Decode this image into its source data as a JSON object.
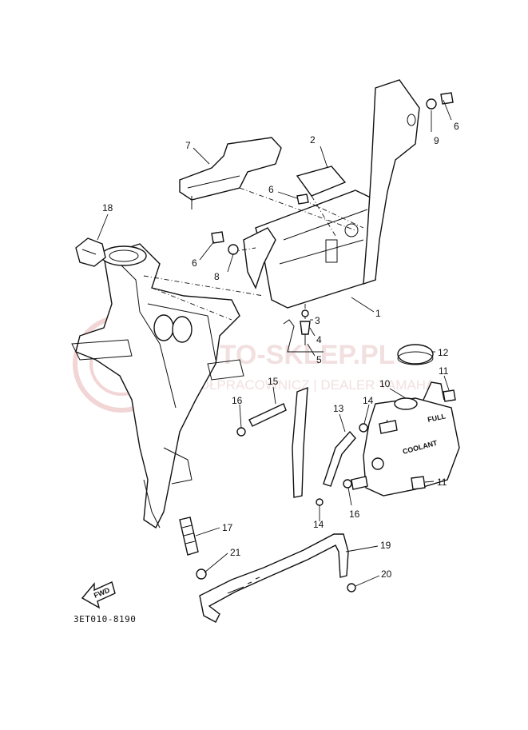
{
  "callouts": {
    "c1": "1",
    "c2": "2",
    "c3": "3",
    "c4": "4",
    "c5": "5",
    "c6a": "6",
    "c6b": "6",
    "c6c": "6",
    "c7": "7",
    "c8": "8",
    "c9": "9",
    "c10": "10",
    "c11a": "11",
    "c11b": "11",
    "c12": "12",
    "c13": "13",
    "c14a": "14",
    "c14b": "14",
    "c15": "15",
    "c16a": "16",
    "c16b": "16",
    "c17": "17",
    "c18": "18",
    "c19": "19",
    "c20": "20",
    "c21": "21"
  },
  "tank_labels": {
    "full": "FULL",
    "coolant": "COOLANT"
  },
  "fwd_label": "FWD",
  "diagram_code": "3ET010-8190",
  "watermark": {
    "brand": "MOTO-SKLEP.PL",
    "tagline": "WSPÓŁPRACOWNICZ | DEALER YAMAHA"
  }
}
